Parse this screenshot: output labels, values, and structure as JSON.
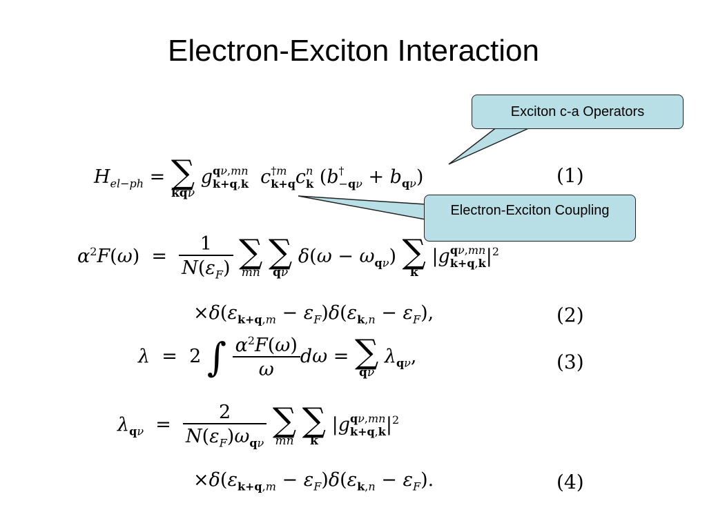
{
  "slide": {
    "title": "Electron-Exciton Interaction"
  },
  "callouts": {
    "operators": "Exciton c-a Operators",
    "coupling": "Electron-Exciton Coupling"
  },
  "equations": {
    "eq1_num": "(1)",
    "eq2_num": "(2)",
    "eq3_num": "(3)",
    "eq4_num": "(4)"
  }
}
